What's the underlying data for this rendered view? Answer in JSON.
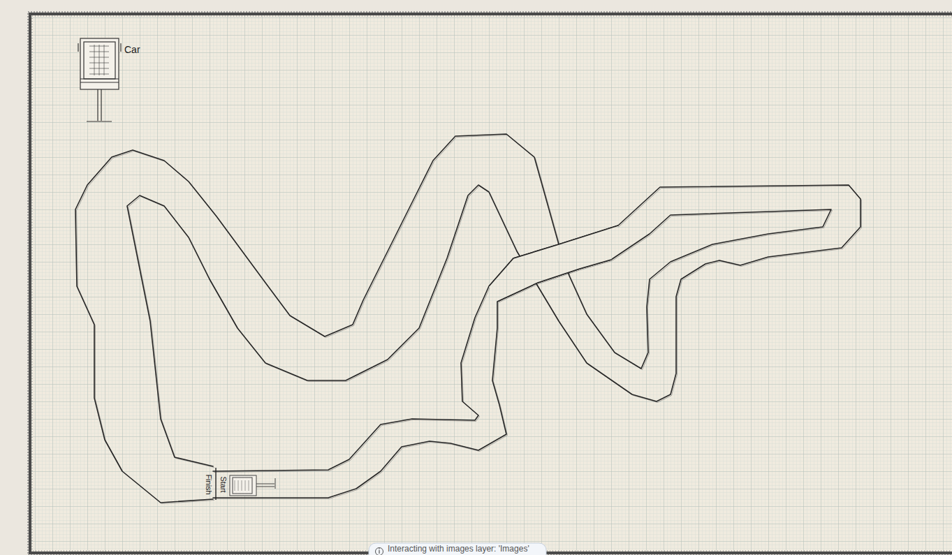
{
  "diagram": {
    "labels": [
      "Car",
      "Finish",
      "Start",
      "Interacting with images layer: 'Images'"
    ]
  }
}
